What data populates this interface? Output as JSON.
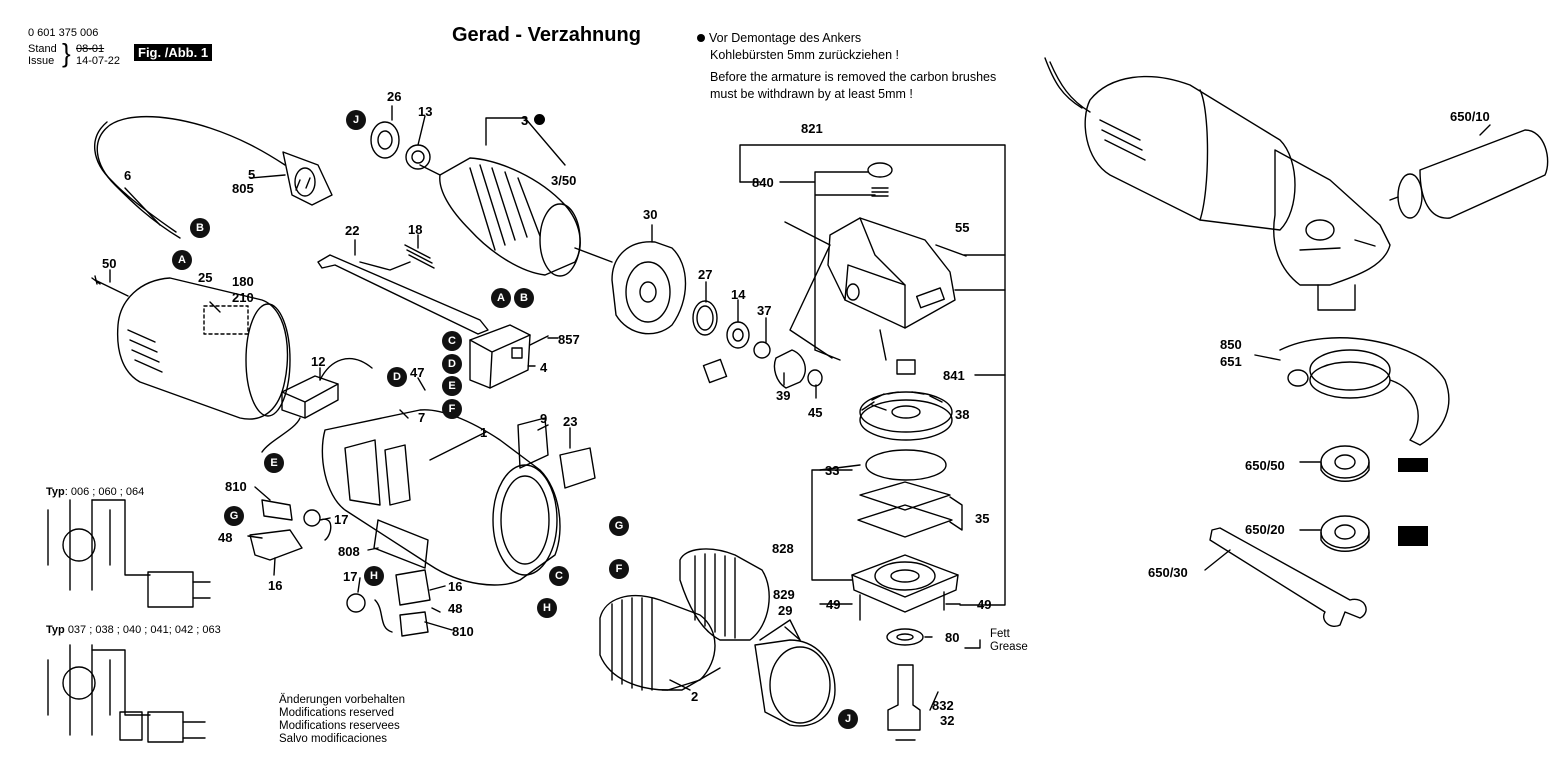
{
  "header": {
    "doc_number": "0 601 375 006",
    "stand_label": "Stand",
    "issue_label": "Issue",
    "stand_date": "08-01",
    "issue_date": "14-07-22",
    "figure": "Fig. /Abb. 1"
  },
  "title": "Gerad - Verzahnung",
  "note": {
    "de_line1": "Vor Demontage des Ankers",
    "de_line2": "Kohlebürsten 5mm zurückziehen !",
    "en_line1": "Before the armature is removed the carbon brushes",
    "en_line2": "must be withdrawn by at least 5mm !"
  },
  "disclaimer": [
    "Änderungen vorbehalten",
    "Modifications reserved",
    "Modifications reservees",
    "Salvo modificaciones"
  ],
  "typ1": {
    "label": "Typ",
    "values": ": 006 ; 060 ; 064"
  },
  "typ2": {
    "label": "Typ",
    "values": "037 ; 038 ; 040 ; 041; 042 ; 063"
  },
  "grease": {
    "de": "Fett",
    "en": "Grease"
  },
  "part_labels": [
    {
      "id": "26",
      "t": "26"
    },
    {
      "id": "13",
      "t": "13"
    },
    {
      "id": "3",
      "t": "3"
    },
    {
      "id": "3-50",
      "t": "3/50"
    },
    {
      "id": "5",
      "t": "5"
    },
    {
      "id": "805",
      "t": "805"
    },
    {
      "id": "6",
      "t": "6"
    },
    {
      "id": "22",
      "t": "22"
    },
    {
      "id": "18",
      "t": "18"
    },
    {
      "id": "30",
      "t": "30"
    },
    {
      "id": "27",
      "t": "27"
    },
    {
      "id": "14",
      "t": "14"
    },
    {
      "id": "37",
      "t": "37"
    },
    {
      "id": "50",
      "t": "50"
    },
    {
      "id": "25",
      "t": "25"
    },
    {
      "id": "180",
      "t": "180"
    },
    {
      "id": "210",
      "t": "210"
    },
    {
      "id": "857",
      "t": "857"
    },
    {
      "id": "4",
      "t": "4"
    },
    {
      "id": "12",
      "t": "12"
    },
    {
      "id": "47",
      "t": "47"
    },
    {
      "id": "7",
      "t": "7"
    },
    {
      "id": "1",
      "t": "1"
    },
    {
      "id": "9",
      "t": "9"
    },
    {
      "id": "23",
      "t": "23"
    },
    {
      "id": "39",
      "t": "39"
    },
    {
      "id": "45",
      "t": "45"
    },
    {
      "id": "821",
      "t": "821"
    },
    {
      "id": "840",
      "t": "840"
    },
    {
      "id": "55",
      "t": "55"
    },
    {
      "id": "841",
      "t": "841"
    },
    {
      "id": "38",
      "t": "38"
    },
    {
      "id": "33",
      "t": "33"
    },
    {
      "id": "35",
      "t": "35"
    },
    {
      "id": "828",
      "t": "828"
    },
    {
      "id": "49a",
      "t": "49"
    },
    {
      "id": "49b",
      "t": "49"
    },
    {
      "id": "80",
      "t": "80"
    },
    {
      "id": "832",
      "t": "832"
    },
    {
      "id": "32",
      "t": "32"
    },
    {
      "id": "829",
      "t": "829"
    },
    {
      "id": "29",
      "t": "29"
    },
    {
      "id": "2",
      "t": "2"
    },
    {
      "id": "810a",
      "t": "810"
    },
    {
      "id": "17a",
      "t": "17"
    },
    {
      "id": "48a",
      "t": "48"
    },
    {
      "id": "16a",
      "t": "16"
    },
    {
      "id": "808",
      "t": "808"
    },
    {
      "id": "17b",
      "t": "17"
    },
    {
      "id": "16b",
      "t": "16"
    },
    {
      "id": "48b",
      "t": "48"
    },
    {
      "id": "810b",
      "t": "810"
    },
    {
      "id": "650-10",
      "t": "650/10"
    },
    {
      "id": "850",
      "t": "850"
    },
    {
      "id": "651",
      "t": "651"
    },
    {
      "id": "650-50",
      "t": "650/50"
    },
    {
      "id": "650-20",
      "t": "650/20"
    },
    {
      "id": "650-30",
      "t": "650/30"
    }
  ],
  "badges": [
    {
      "id": "J1",
      "t": "J"
    },
    {
      "id": "B1",
      "t": "B"
    },
    {
      "id": "A1",
      "t": "A"
    },
    {
      "id": "A2",
      "t": "A"
    },
    {
      "id": "B2",
      "t": "B"
    },
    {
      "id": "C1",
      "t": "C"
    },
    {
      "id": "D1",
      "t": "D"
    },
    {
      "id": "E1",
      "t": "E"
    },
    {
      "id": "F1",
      "t": "F"
    },
    {
      "id": "D2",
      "t": "D"
    },
    {
      "id": "E2",
      "t": "E"
    },
    {
      "id": "G1",
      "t": "G"
    },
    {
      "id": "H1",
      "t": "H"
    },
    {
      "id": "G2",
      "t": "G"
    },
    {
      "id": "F2",
      "t": "F"
    },
    {
      "id": "C2",
      "t": "C"
    },
    {
      "id": "H2",
      "t": "H"
    },
    {
      "id": "J2",
      "t": "J"
    }
  ]
}
